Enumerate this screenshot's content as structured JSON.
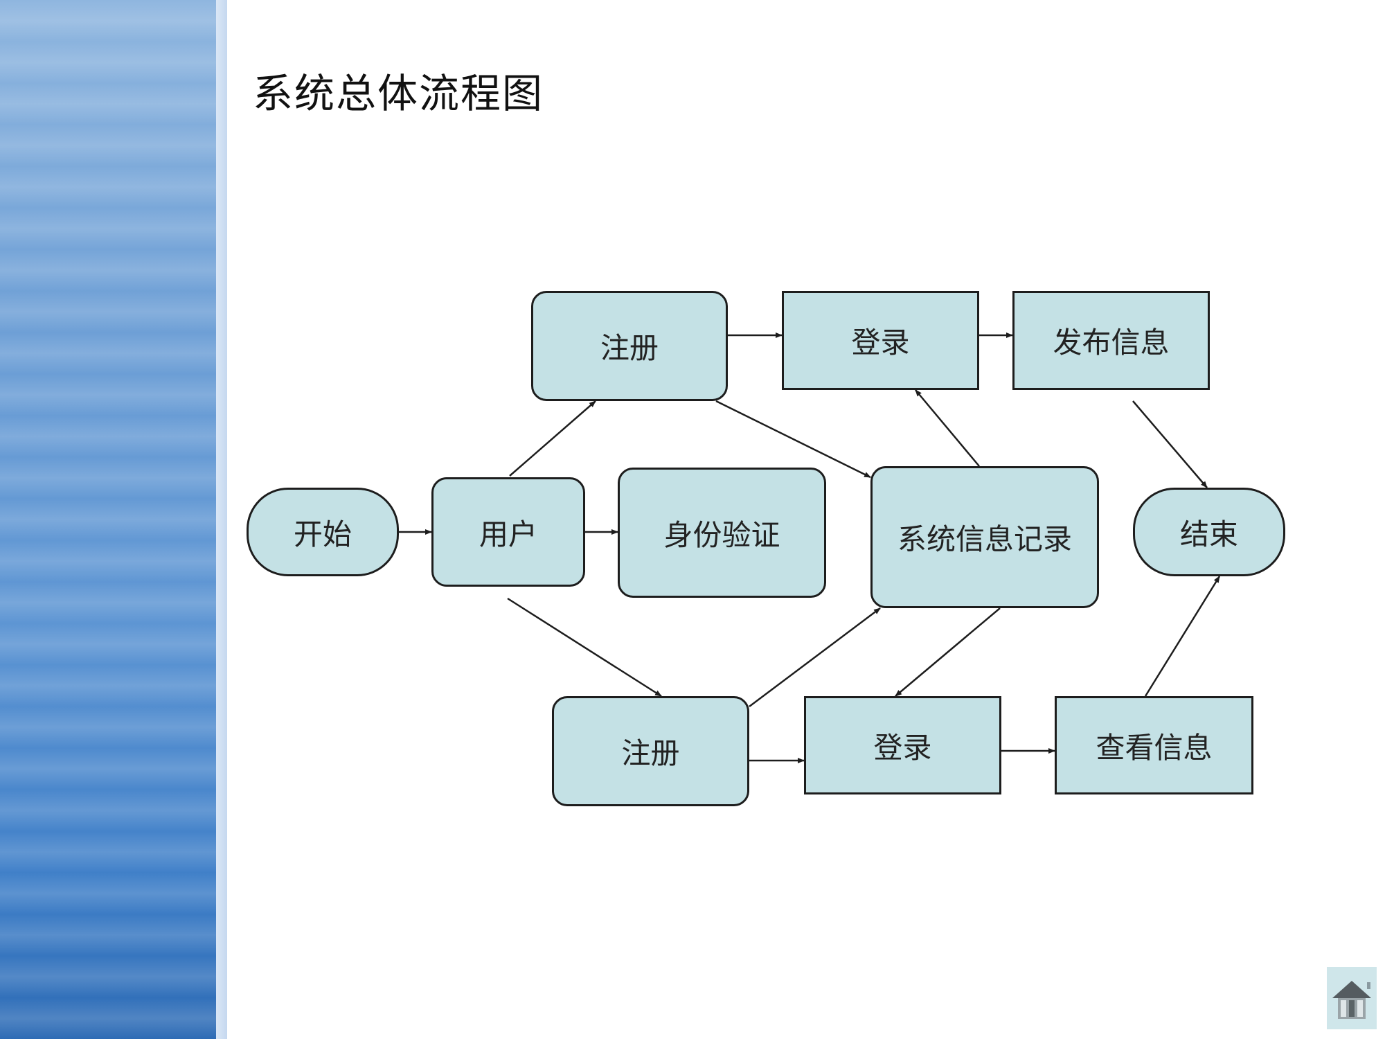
{
  "title": "系统总体流程图",
  "nodes": {
    "start": "开始",
    "user": "用户",
    "auth": "身份验证",
    "register_top": "注册",
    "login_top": "登录",
    "publish": "发布信息",
    "syslog": "系统信息记录",
    "end": "结束",
    "register_bottom": "注册",
    "login_bottom": "登录",
    "view": "查看信息"
  },
  "edges": [
    [
      "start",
      "user"
    ],
    [
      "user",
      "auth"
    ],
    [
      "user",
      "register_top"
    ],
    [
      "register_top",
      "login_top"
    ],
    [
      "login_top",
      "publish"
    ],
    [
      "register_top",
      "syslog"
    ],
    [
      "syslog",
      "login_top"
    ],
    [
      "publish",
      "end"
    ],
    [
      "user",
      "register_bottom"
    ],
    [
      "register_bottom",
      "syslog"
    ],
    [
      "syslog",
      "login_bottom"
    ],
    [
      "register_bottom",
      "login_bottom"
    ],
    [
      "login_bottom",
      "view"
    ],
    [
      "view",
      "end"
    ]
  ],
  "colors": {
    "node_fill": "#c4e1e5",
    "line": "#1d1d1d"
  }
}
